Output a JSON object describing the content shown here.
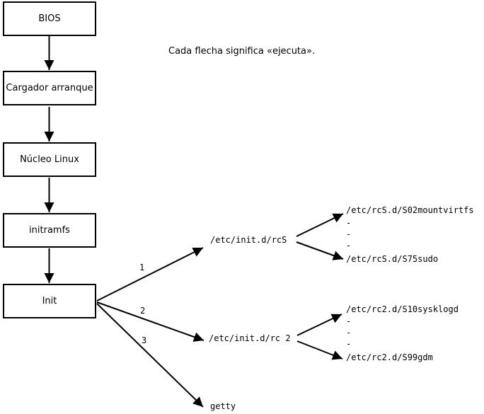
{
  "note": "Cada flecha significa «ejecuta».",
  "chain": [
    {
      "label": "BIOS"
    },
    {
      "label": "Cargador arranque"
    },
    {
      "label": "Núcleo Linux"
    },
    {
      "label": "initramfs"
    },
    {
      "label": "Init"
    }
  ],
  "fan": {
    "labels": [
      "1",
      "2",
      "3"
    ],
    "targets": {
      "rcS": "/etc/init.d/rcS",
      "rc2": "/etc/init.d/rc 2",
      "getty": "getty"
    }
  },
  "boot_scripts": {
    "rcS": {
      "first": "/etc/rcS.d/S02mountvirtfs",
      "ellipsis": [
        "-",
        "-",
        "-"
      ],
      "last": "/etc/rcS.d/S75sudo"
    },
    "rc2": {
      "first": "/etc/rc2.d/S10sysklogd",
      "ellipsis": [
        "-",
        "-",
        "-"
      ],
      "last": "/etc/rc2.d/S99gdm"
    }
  },
  "colors": {
    "line": "#000000",
    "background": "#ffffff",
    "text": "#000000"
  }
}
